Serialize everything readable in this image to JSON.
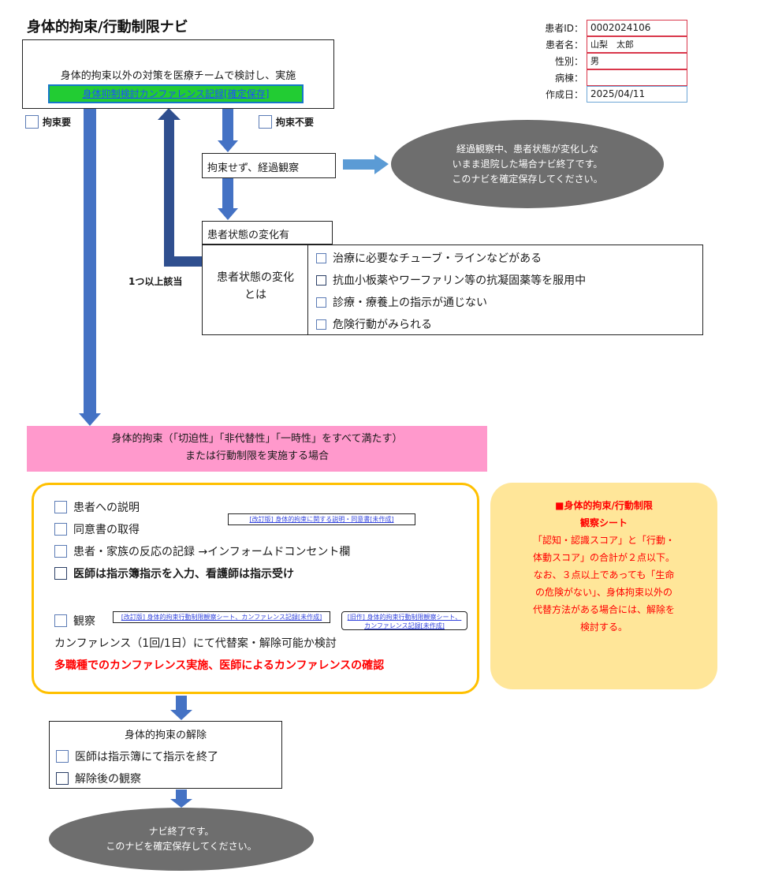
{
  "title": "身体的拘束/行動制限ナビ",
  "patient": {
    "id_label": "患者ID：",
    "id_value": "0002024106",
    "name_label": "患者名：",
    "name_value": "山梨　太郎",
    "sex_label": "性別：",
    "sex_value": "男",
    "ward_label": "病棟：",
    "ward_value": "",
    "date_label": "作成日：",
    "date_value": "2025/04/11"
  },
  "top_box": {
    "text": "身体的拘束以外の対策を医療チームで検討し、実施",
    "button": "身体抑制検討カンファレンス記録[確定保存]"
  },
  "branches": {
    "required": "拘束要",
    "not_required": "拘束不要"
  },
  "observe": {
    "text": "拘束せず、経過観察",
    "oval": [
      "経過観察中、患者状態が変化しな",
      "いまま退院した場合ナビ終了です。",
      "このナビを確定保存してください。"
    ]
  },
  "change": {
    "header": "患者状態の変化有",
    "label_lines": [
      "患者状態の変化",
      "とは"
    ],
    "one_or_more": "1つ以上該当",
    "items": [
      "治療に必要なチューブ・ラインなどがある",
      "抗血小板薬やワーファリン等の抗凝固薬等を服用中",
      "診療・療養上の指示が通じない",
      "危険行動がみられる"
    ]
  },
  "pink": {
    "line1": "身体的拘束（「切迫性」「非代替性」「一時性」をすべて満たす）",
    "line2": "または行動制限を実施する場合"
  },
  "orange_box": {
    "items": [
      "患者への説明",
      "同意書の取得",
      "患者・家族の反応の記録 →インフォームドコンセント欄",
      "医師は指示簿指示を入力、看護師は指示受け"
    ],
    "consent_button": "[改訂版] 身体的拘束に関する説明・同意書[未作成]",
    "observe_label": "観察",
    "observe_button1": "[改訂版] 身体的拘束行動制限観察シート、カンファレンス記録[未作成]",
    "observe_button2": "[旧作] 身体的拘束行動制限観察シート、カンファレンス記録[未作成]",
    "conference": "カンファレンス（1回/1日）にて代替案・解除可能か検討",
    "red_note": "多職種でのカンファレンス実施、医師によるカンファレンスの確認"
  },
  "side_note": {
    "title1": "■身体的拘束/行動制限",
    "title2": "観察シート",
    "lines": [
      "「認知・認識スコア」と「行動・",
      "体動スコア」の合計が２点以下。",
      "なお、３点以上であっても「生命",
      "の危険がない」、身体拘束以外の",
      "代替方法がある場合には、解除を",
      "検討する。"
    ]
  },
  "release": {
    "header": "身体的拘束の解除",
    "items": [
      "医師は指示簿にて指示を終了",
      "解除後の観察"
    ]
  },
  "end_oval": [
    "ナビ終了です。",
    "このナビを確定保存してください。"
  ],
  "colors": {
    "arrow_blue": "#4472c4",
    "arrow_dark": "#2f4f8f",
    "arrow_light": "#5b9bd5",
    "pink": "#ff99cc",
    "orange_border": "#ffc000",
    "note_bg": "#ffe699",
    "red_text": "#ff0000",
    "oval_gray": "#6e6e6e",
    "button_green": "#22cc33"
  }
}
